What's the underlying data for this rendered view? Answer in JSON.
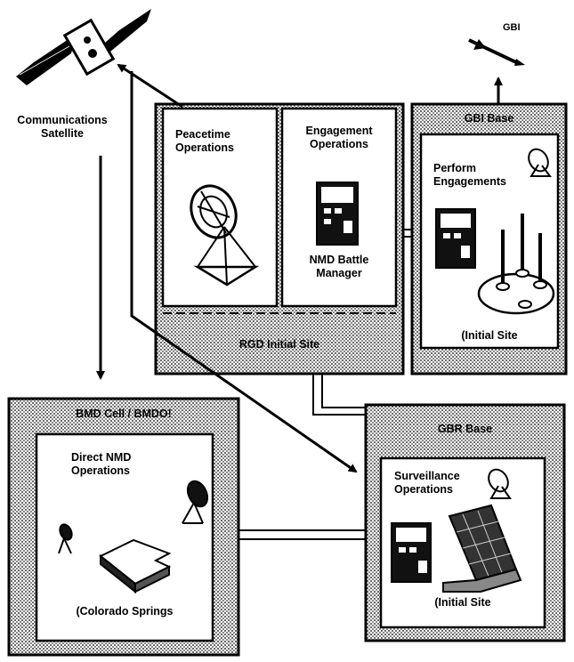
{
  "labels": {
    "comm_satellite": [
      "Communications",
      "Satellite"
    ],
    "gbi": "GBI",
    "gbi_base": "GBI Base",
    "peacetime_ops": [
      "Peacetime",
      "Operations"
    ],
    "engagement_ops": [
      "Engagement",
      "Operations"
    ],
    "nmd_battle_manager": [
      "NMD Battle",
      "Manager"
    ],
    "perform_engagements": [
      "Perform",
      "Engagements"
    ],
    "gbi_initial_site": "(Initial Site",
    "rgd_initial_site": "RGD Initial Site",
    "bmd_cell": "BMD Cell / BMDO!",
    "direct_nmd_ops": [
      "Direct NMD",
      "Operations"
    ],
    "colorado_springs": "(Colorado Springs",
    "gbr_base": "GBR Base",
    "surveillance_ops": [
      "Surveillance",
      "Operations"
    ],
    "gbr_initial_site": "(Initial Site"
  },
  "colors": {
    "ink": "#000000",
    "paper": "#ffffff",
    "hatch": "#c4c4c4"
  }
}
